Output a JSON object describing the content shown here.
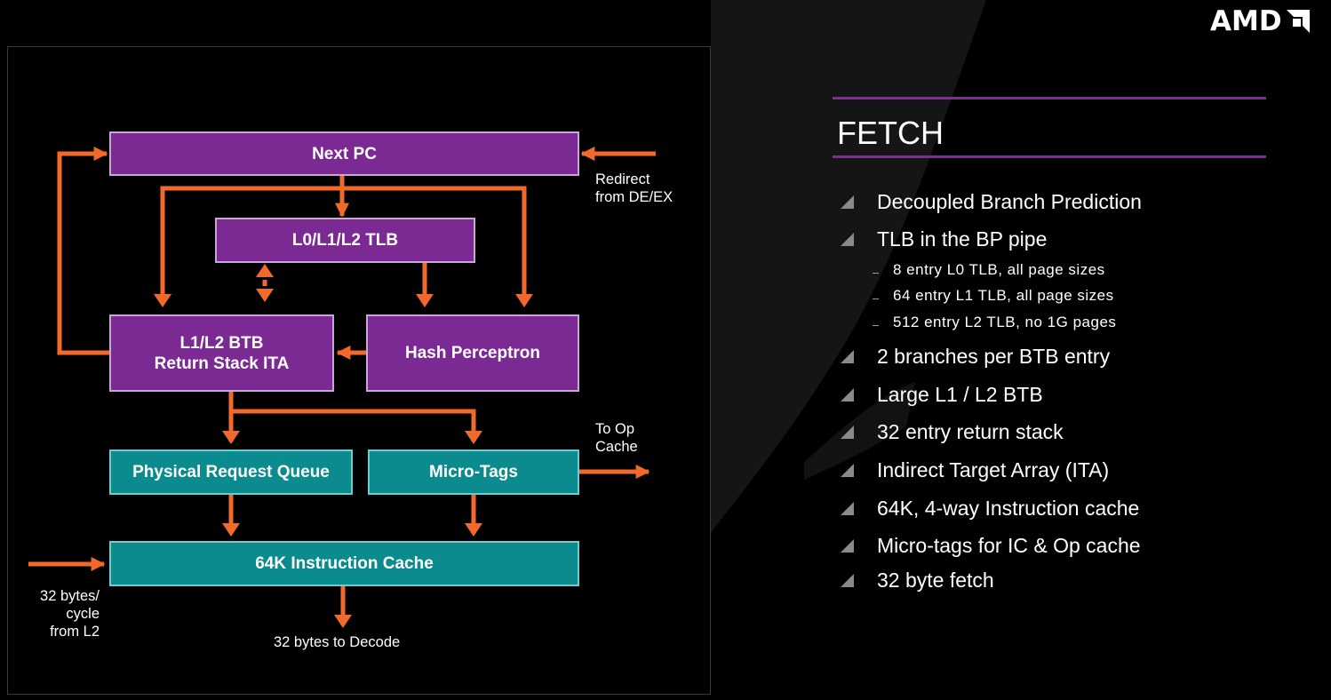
{
  "brand": {
    "logo_text": "AMD"
  },
  "diagram": {
    "boxes": {
      "next_pc": "Next PC",
      "tlb": "L0/L1/L2 TLB",
      "btb_line1": "L1/L2 BTB",
      "btb_line2": "Return Stack ITA",
      "hash": "Hash Perceptron",
      "prq": "Physical Request Queue",
      "microtags": "Micro-Tags",
      "icache": "64K Instruction Cache"
    },
    "labels": {
      "redirect_line1": "Redirect",
      "redirect_line2": "from DE/EX",
      "opcache_line1": "To Op",
      "opcache_line2": "Cache",
      "l2_line1": "32 bytes/",
      "l2_line2": "cycle",
      "l2_line3": "from L2",
      "decode": "32 bytes to Decode"
    },
    "colors": {
      "arrow": "#f26a2b",
      "purple": "#7b2a93",
      "teal": "#0b8b8e"
    }
  },
  "side": {
    "title": "FETCH",
    "bullets": [
      "Decoupled Branch Prediction",
      "TLB in the BP pipe",
      "2 branches per BTB entry",
      "Large L1 / L2 BTB",
      "32 entry return stack",
      "Indirect Target Array (ITA)",
      "64K, 4-way Instruction cache",
      "Micro-tags for IC & Op cache",
      "32 byte fetch"
    ],
    "sub_bullets": [
      "8 entry L0 TLB, all page sizes",
      "64 entry L1 TLB, all page sizes",
      "512 entry L2 TLB, no 1G pages"
    ],
    "rule_color": "#7b2f8f"
  }
}
